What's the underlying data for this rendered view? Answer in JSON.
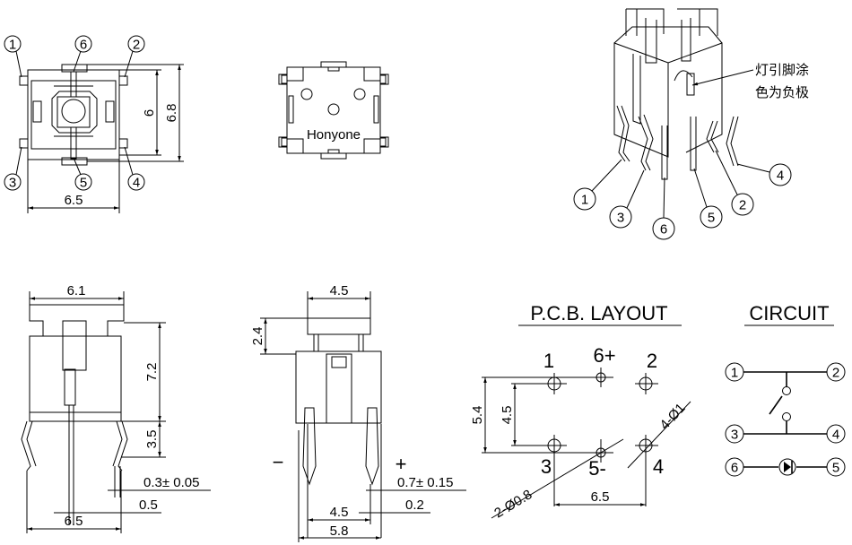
{
  "top_view": {
    "pins": [
      "1",
      "6",
      "2",
      "3",
      "5",
      "4"
    ],
    "dim_width": "6.5",
    "dim_inner_height": "6",
    "dim_outer_height": "6.8"
  },
  "bottom_view": {
    "brand": "Honyone"
  },
  "iso_view": {
    "note_line1": "灯引脚涂",
    "note_line2": "色为负极",
    "pins": [
      "1",
      "3",
      "6",
      "5",
      "2",
      "4"
    ]
  },
  "side_view_1": {
    "dim_cap_width": "6.1",
    "dim_body_height": "7.2",
    "dim_lead_length": "3.5",
    "dim_lead_thickness": "0.3± 0.05",
    "dim_lead_width": "0.5",
    "dim_pitch": "6.5"
  },
  "side_view_2": {
    "dim_cap_width": "4.5",
    "dim_cap_height": "2.4",
    "minus": "−",
    "plus": "+",
    "dim_lead_width": "0.7± 0.15",
    "dim_lead_thickness": "0.2",
    "dim_pitch": "4.5",
    "dim_width": "5.8"
  },
  "pcb_layout": {
    "title": "P.C.B. LAYOUT",
    "labels": [
      "1",
      "6+",
      "2",
      "3",
      "5-",
      "4"
    ],
    "dim_outer": "5.4",
    "dim_inner": "4.5",
    "dim_pitch": "6.5",
    "hole_small": "2-Ø0.8",
    "hole_large": "4-Ø1"
  },
  "circuit": {
    "title": "CIRCUIT",
    "pins": [
      "1",
      "2",
      "3",
      "4",
      "6",
      "5"
    ]
  }
}
